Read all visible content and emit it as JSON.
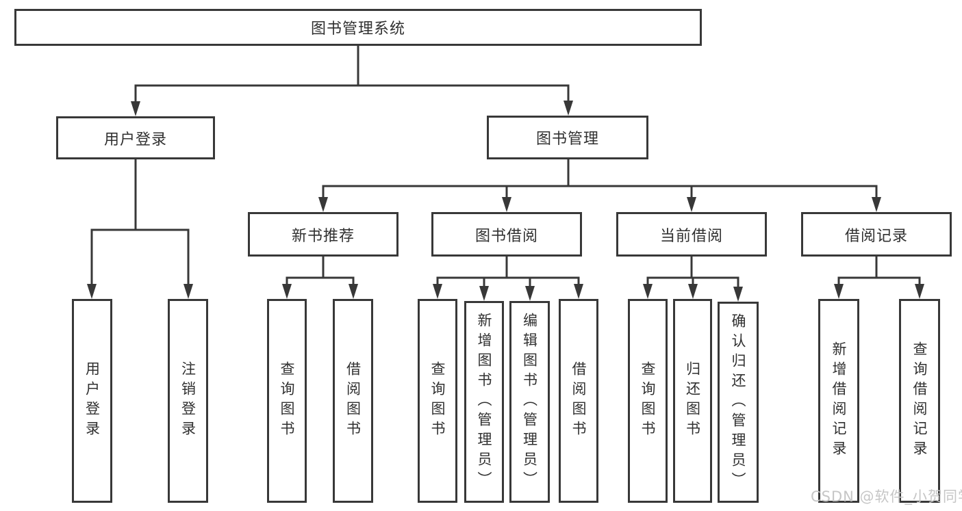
{
  "diagram_title": "图书管理系统",
  "tree": {
    "root": "图书管理系统",
    "branches": [
      {
        "label": "用户登录",
        "leaves": [
          "用户登录",
          "注销登录"
        ]
      },
      {
        "label": "图书管理",
        "groups": [
          {
            "label": "新书推荐",
            "leaves": [
              "查询图书",
              "借阅图书"
            ]
          },
          {
            "label": "图书借阅",
            "leaves": [
              "查询图书",
              "新增图书（管理员）",
              "编辑图书（管理员）",
              "借阅图书"
            ]
          },
          {
            "label": "当前借阅",
            "leaves": [
              "查询图书",
              "归还图书",
              "确认归还（管理员）"
            ]
          },
          {
            "label": "借阅记录",
            "leaves": [
              "新增借阅记录",
              "查询借阅记录"
            ]
          }
        ]
      }
    ]
  },
  "watermark": {
    "text": "CSDN @软件_小贺同学"
  },
  "colors": {
    "line": "#383838",
    "box_border": "#383838",
    "text": "#303030",
    "watermark": "#c6c6c6",
    "background": "#ffffff"
  }
}
